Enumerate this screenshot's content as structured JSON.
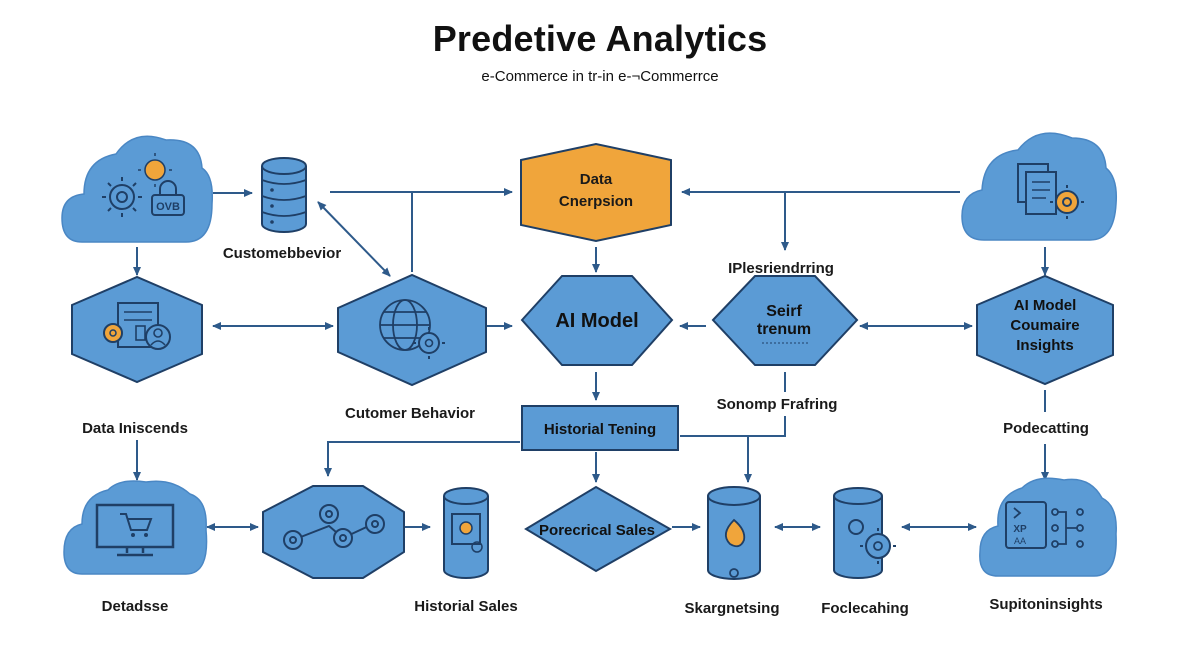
{
  "header": {
    "title": "Predetive Analytics",
    "subtitle": "e-Commerce in tr-in e-¬Commerrce"
  },
  "nodes": {
    "data_conversion": "Data\nCnerpsion",
    "ai_model_center": "AI Model",
    "self_trenum": "Seirf\ntrenum",
    "ai_model_insights": "AI Model\nCoumaire\nInsights",
    "historial_tening": "Historial Tening",
    "porecrical_sales": "Porecrical Sales"
  },
  "labels": {
    "customerbehavior_top": "Customebbevior",
    "plesriendrring": "IPlesriendrring",
    "data_iniscends": "Data Iniscends",
    "cutomer_behavior": "Cutomer Behavior",
    "sonomp_frafring": "Sonomp Frafring",
    "podecatting": "Podecatting",
    "detadsse": "Detadsse",
    "historial_sales": "Historial Sales",
    "skargnetsing": "Skargnetsing",
    "foclecahing": "Foclecahing",
    "supitoninsights": "Supitoninsights"
  },
  "icons": {
    "lock_badge_text": "OVB",
    "panel_text_top": "XP",
    "panel_text_bottom": "AA"
  },
  "colors": {
    "node_fill": "#5b9bd5",
    "node_stroke": "#1f3f66",
    "accent_orange": "#f0a53b",
    "cloud_fill": "#5b9bd5",
    "arrow": "#2e5a8a",
    "text": "#111111"
  }
}
